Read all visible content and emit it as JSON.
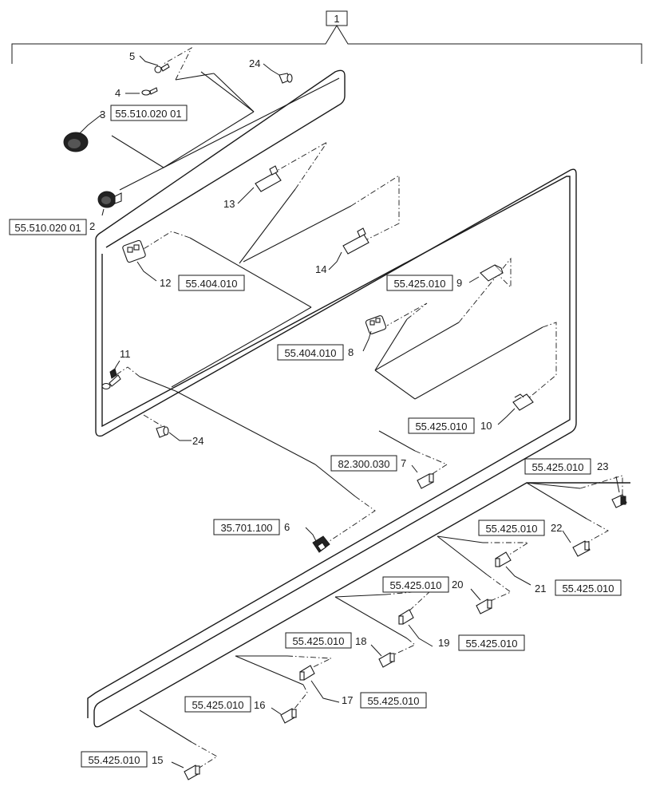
{
  "main_item": "1",
  "callouts": [
    {
      "num": "5"
    },
    {
      "num": "24"
    },
    {
      "num": "4"
    },
    {
      "num": "3",
      "ref": "55.510.020 01"
    },
    {
      "num": "2",
      "ref": "55.510.020 01"
    },
    {
      "num": "13"
    },
    {
      "num": "14"
    },
    {
      "num": "12",
      "ref": "55.404.010"
    },
    {
      "num": "9",
      "ref": "55.425.010"
    },
    {
      "num": "8",
      "ref": "55.404.010"
    },
    {
      "num": "11"
    },
    {
      "num": "10",
      "ref": "55.425.010"
    },
    {
      "num": "24"
    },
    {
      "num": "7",
      "ref": "82.300.030"
    },
    {
      "num": "23",
      "ref": "55.425.010"
    },
    {
      "num": "6",
      "ref": "35.701.100"
    },
    {
      "num": "22",
      "ref": "55.425.010"
    },
    {
      "num": "21",
      "ref": "55.425.010"
    },
    {
      "num": "20",
      "ref": "55.425.010"
    },
    {
      "num": "19",
      "ref": "55.425.010"
    },
    {
      "num": "18",
      "ref": "55.425.010"
    },
    {
      "num": "17",
      "ref": "55.425.010"
    },
    {
      "num": "16",
      "ref": "55.425.010"
    },
    {
      "num": "15",
      "ref": "55.425.010"
    }
  ]
}
